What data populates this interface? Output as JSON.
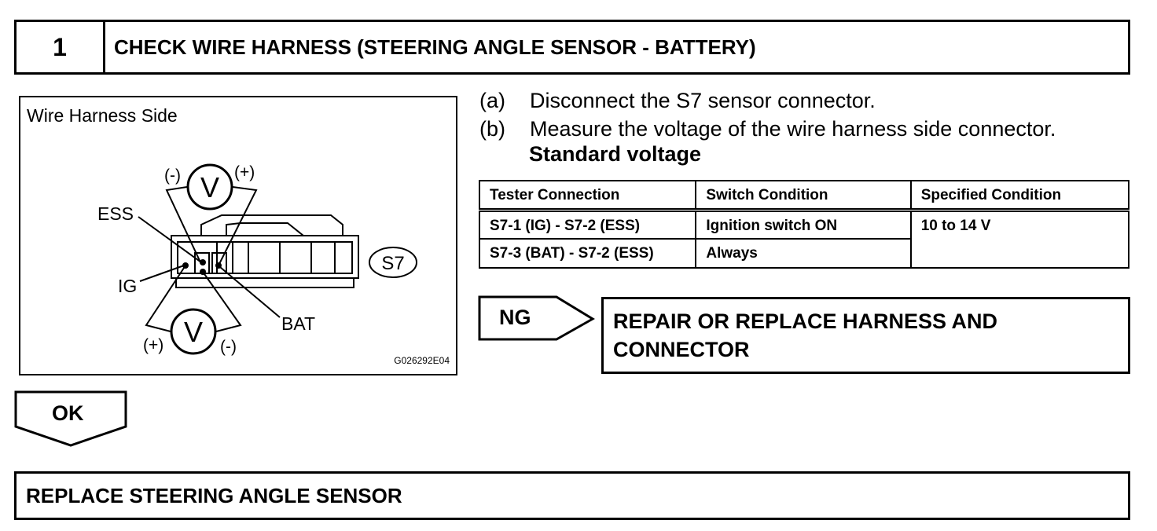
{
  "step": {
    "number": "1",
    "title": "CHECK WIRE HARNESS (STEERING ANGLE SENSOR - BATTERY)"
  },
  "figure": {
    "title": "Wire Harness Side",
    "connector_id": "S7",
    "labels": {
      "ess": "ESS",
      "ig": "IG",
      "bat": "BAT",
      "voltmeter": "V",
      "minus": "(-)",
      "plus": "(+)"
    },
    "code": "G026292E04"
  },
  "instructions": [
    {
      "mark": "(a)",
      "text": "Disconnect the S7 sensor connector."
    },
    {
      "mark": "(b)",
      "text": "Measure the voltage of the wire harness side connector."
    }
  ],
  "standard_label": "Standard voltage",
  "table": {
    "headers": [
      "Tester Connection",
      "Switch Condition",
      "Specified Condition"
    ],
    "rows": [
      {
        "connection": "S7-1 (IG) - S7-2 (ESS)",
        "condition": "Ignition switch ON"
      },
      {
        "connection": "S7-3 (BAT) - S7-2 (ESS)",
        "condition": "Always"
      }
    ],
    "specified": "10 to 14 V"
  },
  "ng": {
    "label": "NG",
    "action": "REPAIR OR REPLACE HARNESS AND CONNECTOR"
  },
  "ok": {
    "label": "OK"
  },
  "next_step": "REPLACE STEERING ANGLE SENSOR"
}
